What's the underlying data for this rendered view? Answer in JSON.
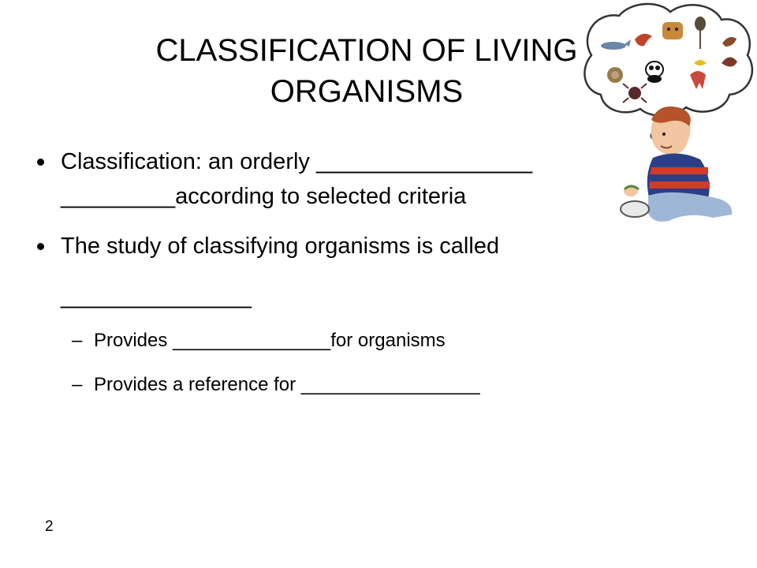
{
  "slide": {
    "title_line1": "CLASSIFICATION OF LIVING",
    "title_line2": "ORGANISMS",
    "bullet1_line1": "Classification: an orderly _________________",
    "bullet1_line2": "_________according to selected criteria",
    "bullet2_line1": "The study of classifying organisms is called",
    "bullet2_line2": "_______________",
    "sub1": "Provides _______________for organisms",
    "sub2": "Provides a reference for _________________",
    "dash": "–",
    "page_number": "2"
  },
  "illustration": {
    "subject": "boy-thinking-about-animals",
    "icon": "thought-bubble-icon"
  }
}
